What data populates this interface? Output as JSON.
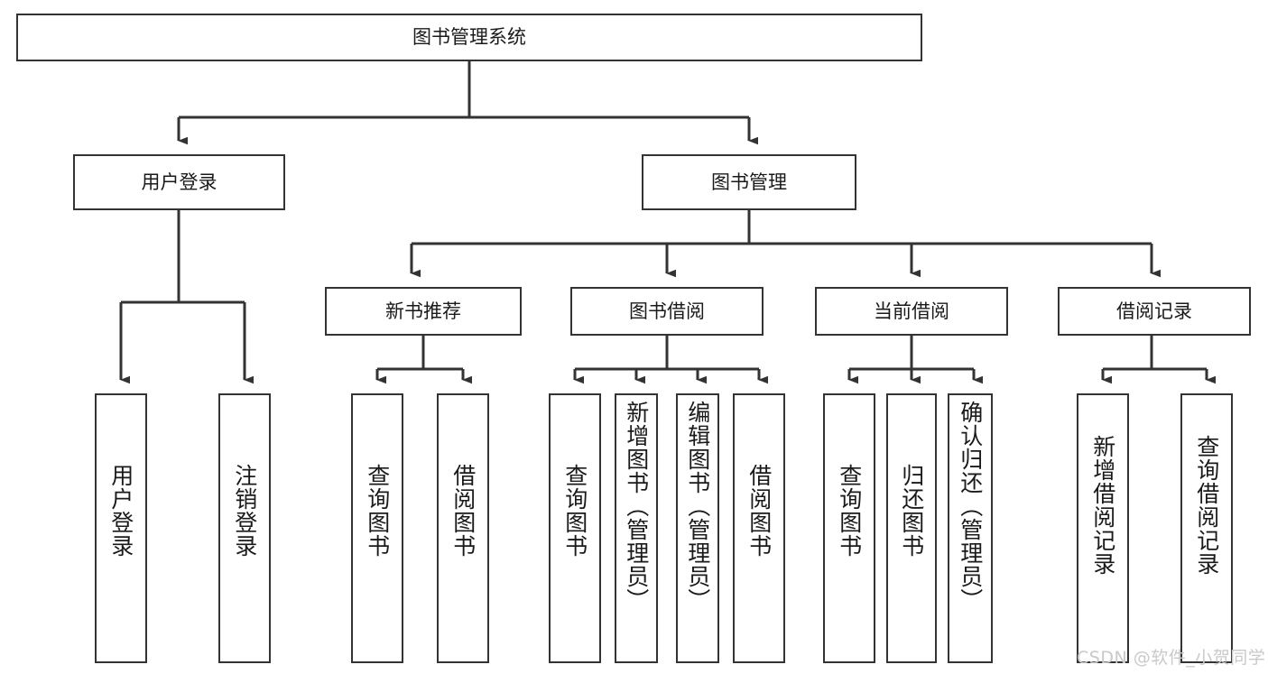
{
  "diagram": {
    "title": "图书管理系统",
    "type": "tree",
    "background": "#ffffff",
    "line_color": "#333333",
    "box_border_color": "#333333",
    "text_color": "#1a1a1a",
    "watermark": "CSDN @软件_小贺同学",
    "nodes": {
      "root": {
        "label": "图书管理系统"
      },
      "l2": [
        {
          "label": "用户登录"
        },
        {
          "label": "图书管理"
        }
      ],
      "l3": [
        {
          "label": "新书推荐"
        },
        {
          "label": "图书借阅"
        },
        {
          "label": "当前借阅"
        },
        {
          "label": "借阅记录"
        }
      ],
      "leaves": {
        "user_login": [
          {
            "label": "用户登录"
          },
          {
            "label": "注销登录"
          }
        ],
        "new_book": [
          {
            "label": "查询图书"
          },
          {
            "label": "借阅图书"
          }
        ],
        "book_borrow": [
          {
            "label": "查询图书"
          },
          {
            "label": "新增图书（管理员）"
          },
          {
            "label": "编辑图书（管理员）"
          },
          {
            "label": "借阅图书"
          }
        ],
        "current_borrow": [
          {
            "label": "查询图书"
          },
          {
            "label": "归还图书"
          },
          {
            "label": "确认归还（管理员）"
          }
        ],
        "borrow_record": [
          {
            "label": "新增借阅记录"
          },
          {
            "label": "查询借阅记录"
          }
        ]
      }
    }
  }
}
